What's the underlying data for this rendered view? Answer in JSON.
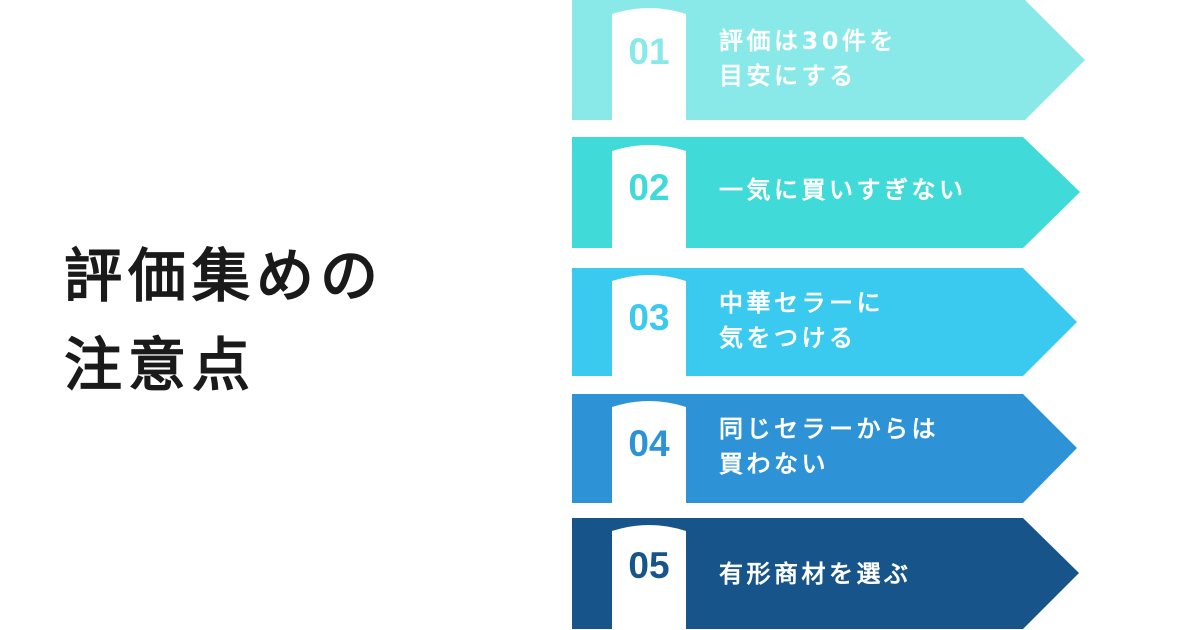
{
  "title": {
    "lines": [
      "評価集めの",
      "注意点"
    ],
    "color": "#1a1a1a"
  },
  "steps": [
    {
      "number": "01",
      "lines": [
        "評価は30件を",
        "目安にする"
      ],
      "color": "#88E9E8"
    },
    {
      "number": "02",
      "lines": [
        "一気に買いすぎない"
      ],
      "color": "#40DAD8"
    },
    {
      "number": "03",
      "lines": [
        "中華セラーに",
        "気をつける"
      ],
      "color": "#3AC9EF"
    },
    {
      "number": "04",
      "lines": [
        "同じセラーからは",
        "買わない"
      ],
      "color": "#2E93D6"
    },
    {
      "number": "05",
      "lines": [
        "有形商材を選ぶ"
      ],
      "color": "#16548A"
    }
  ],
  "tab_color": "#ffffff"
}
